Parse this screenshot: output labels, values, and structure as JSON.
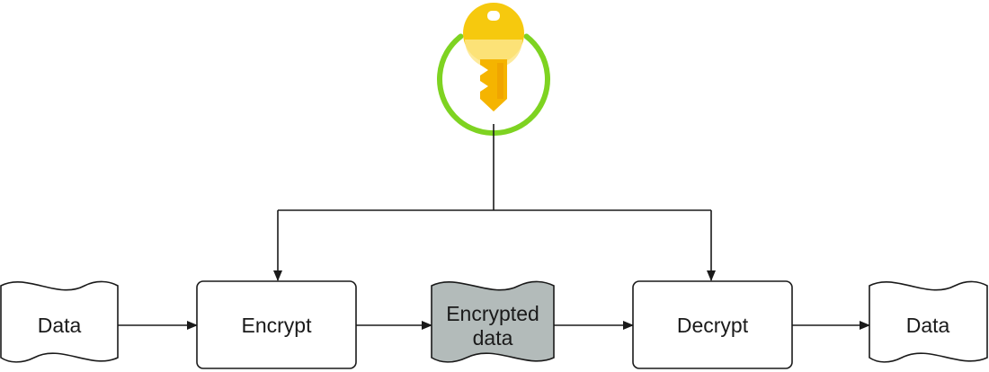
{
  "nodes": {
    "data_in": {
      "label": "Data"
    },
    "encrypt": {
      "label": "Encrypt"
    },
    "encrypted": {
      "line1": "Encrypted",
      "line2": "data"
    },
    "decrypt": {
      "label": "Decrypt"
    },
    "data_out": {
      "label": "Data"
    }
  },
  "key": {
    "icon": "key-icon"
  },
  "colors": {
    "ring": "#7ed321",
    "key_head": "#f6c90e",
    "key_highlight": "#fde68a",
    "key_shaft": "#f5b400",
    "key_shaft_shadow": "#f0a500",
    "encrypted_fill": "#b3bbba",
    "stroke": "#1a1a1a"
  }
}
